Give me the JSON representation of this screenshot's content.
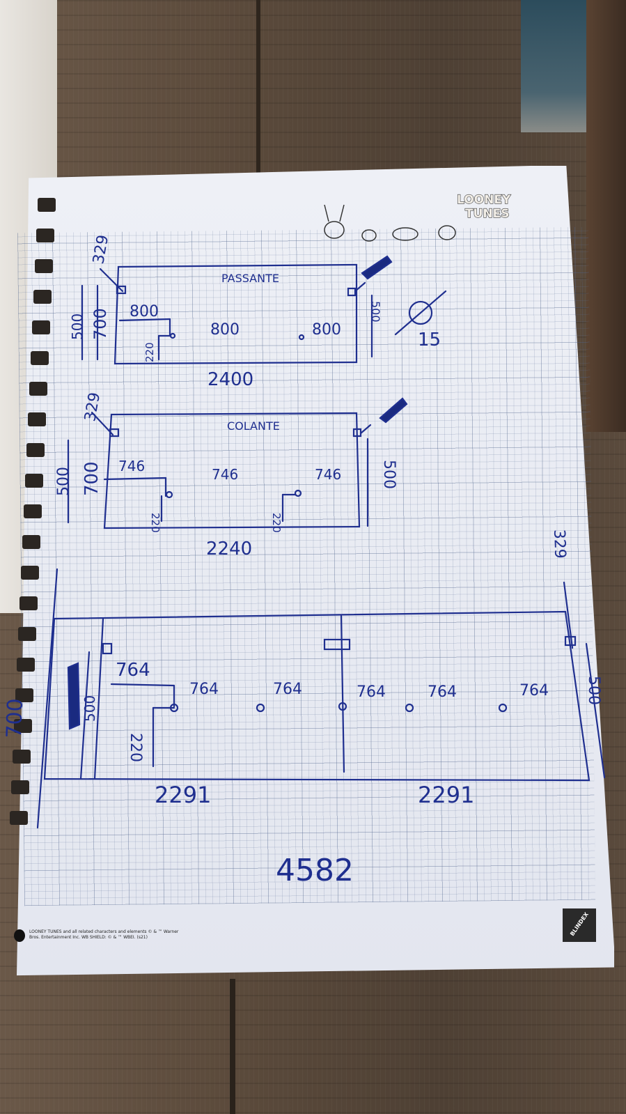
{
  "sheet": {
    "logo": "LOONEY TUNES",
    "copyright": "LOONEY TUNES and all related characters and elements © & ™ Warner Bros. Entertainment Inc. WB SHIELD: © & ™ WBEI. (s21)",
    "brand_stamp": "BLINDEX"
  },
  "drawing1": {
    "title": "PASSANTE",
    "height_329": "329",
    "height_700": "700",
    "height_500": "500",
    "width_800_left": "800",
    "width_800_mid": "800",
    "width_800_right": "800",
    "handle_220": "220",
    "right_500": "500",
    "total": "2400",
    "diameter": "15"
  },
  "drawing2": {
    "title": "COLANTE",
    "height_329": "329",
    "height_700": "700",
    "height_500": "500",
    "width_746_left": "746",
    "width_746_mid": "746",
    "width_746_right": "746",
    "handle_220_left": "220",
    "handle_220_mid": "220",
    "right_500": "500",
    "total": "2240"
  },
  "drawing3": {
    "height_700": "700",
    "height_500_left": "500",
    "height_329": "329",
    "height_500_right": "500",
    "handle_220": "220",
    "panel_widths": [
      "764",
      "764",
      "764",
      "764",
      "764",
      "764"
    ],
    "total_left": "2291",
    "total_right": "2291",
    "grand_total": "4582"
  }
}
